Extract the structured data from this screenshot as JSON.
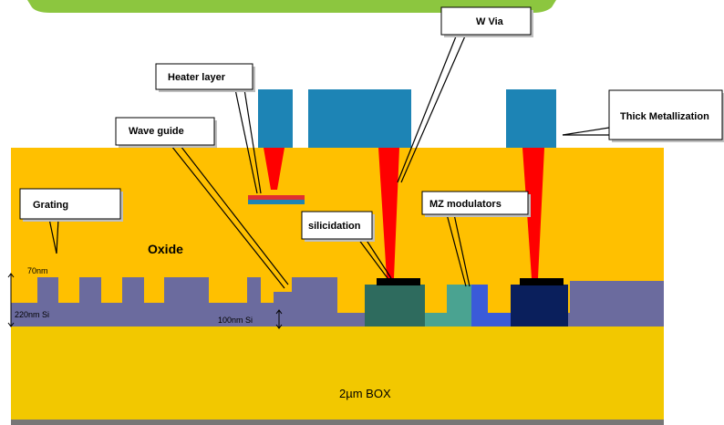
{
  "labels": {
    "w_via": "W Via",
    "heater_layer": "Heater layer",
    "wave_guide": "Wave guide",
    "thick_metallization": "Thick  Metallization",
    "grating": "Grating",
    "oxide": "Oxide",
    "silicidation": "silicidation",
    "mz_modulators": "MZ modulators",
    "dim_70nm": "70nm",
    "dim_220nm": "220nm Si",
    "dim_100nm": "100nm Si",
    "box": "2µm BOX"
  },
  "colors": {
    "banner": "#8cc63f",
    "oxide": "#ffc000",
    "box": "#f2c800",
    "silicon": "#6b6b9e",
    "metal": "#1d84b5",
    "via": "#ff0000",
    "heater_top": "#e03030",
    "heater_bottom": "#1d84b5",
    "silicide": "#000000",
    "n_region": "#2e6b5e",
    "p_region": "#4aa391",
    "blue_region": "#3a5bd9",
    "navy_region": "#0a1f5c",
    "bottom_bar": "#777777"
  }
}
